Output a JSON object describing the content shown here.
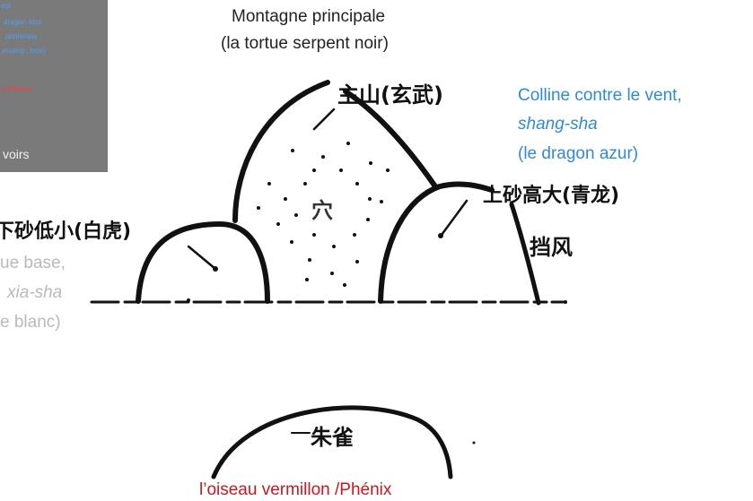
{
  "top_label": [
    "Montagne principale",
    "(la tortue serpent noir)"
  ],
  "right_label": {
    "line1": "Colline contre le vent,",
    "line2": "shang-sha",
    "line3": "(le dragon azur)",
    "color": "#2e8bd6"
  },
  "left_label": {
    "line1": "ue base,",
    "line2": "xia-sha",
    "line3": "e blanc)",
    "color": "#b9b9b9"
  },
  "bottom_label": {
    "text": "l’oiseau vermillon /Phénix",
    "color": "#d0161b"
  },
  "cjk": {
    "main_mountain": "主山(玄武)",
    "right_hill": "上砂高大(青龙)",
    "wind_block": "挡风",
    "left_hill": "下砂低小(白虎)",
    "center_mark": "穴",
    "front": "朱雀"
  },
  "gray_box": {
    "lines_blue": [
      "est",
      "dragon azur",
      "printemps",
      "wuxing : bois)"
    ],
    "line_red": "n /Phénix",
    "line_white": "voirs"
  }
}
